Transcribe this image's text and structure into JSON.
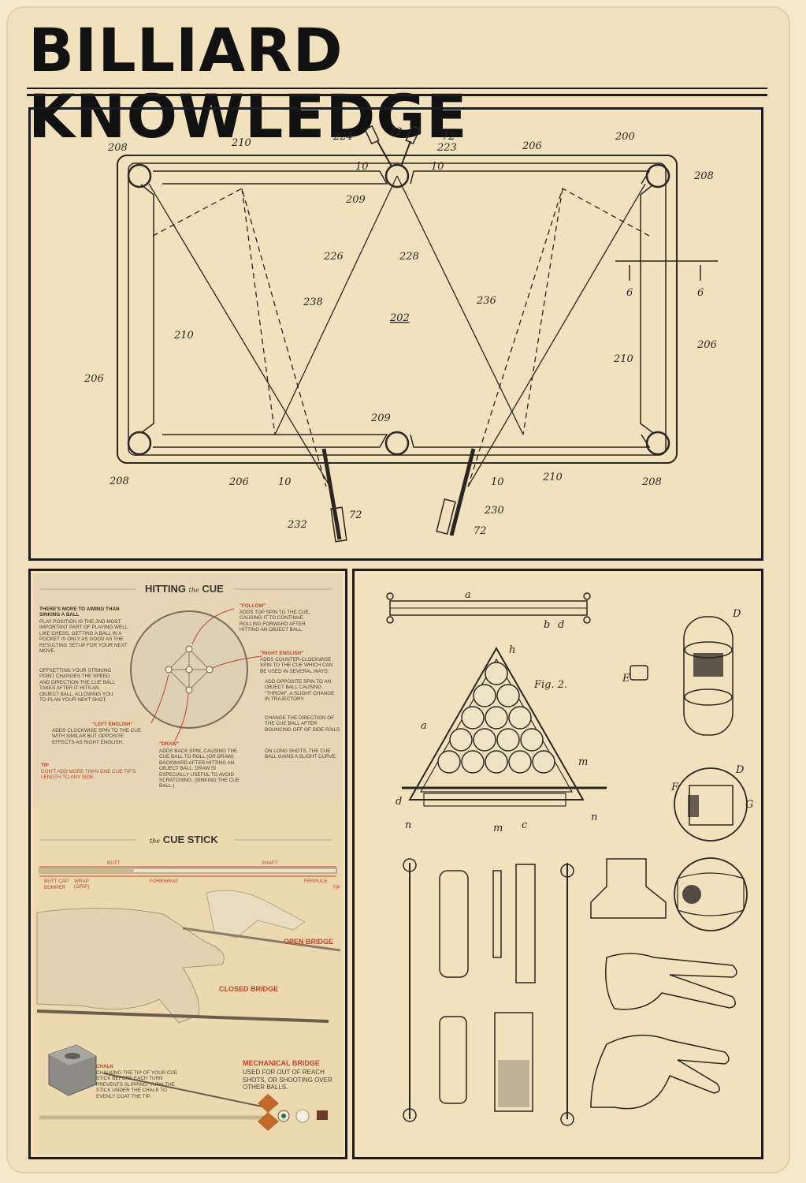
{
  "poster": {
    "title": "BILLIARD KNOWLEDGE"
  },
  "table_diagram": {
    "labels": {
      "l200": "200",
      "l202": "202",
      "l206": "206",
      "l208": "208",
      "l209": "209",
      "l210": "210",
      "l10": "10",
      "l72": "72",
      "l223": "223",
      "l224": "224",
      "l226": "226",
      "l228": "228",
      "l230": "230",
      "l232": "232",
      "l236": "236",
      "l238": "238",
      "l6": "6"
    }
  },
  "hitting_the_cue": {
    "title_pre": "HITTING",
    "title_mid": "the",
    "title_post": "CUE",
    "intro_heading": "THERE'S MORE TO AIMING THAN SINKING A BALL",
    "intro_body": "PLAY POSITION IS THE 2ND MOST IMPORTANT PART OF PLAYING WELL. LIKE CHESS, GETTING A BALL IN A POCKET IS ONLY AS GOOD AS THE RESULTING SETUP FOR YOUR NEXT MOVE.",
    "offset_text": "OFFSETTING YOUR STRIKING POINT CHANGES THE SPEED AND DIRECTION THE CUE BALL TAKES AFTER IT HITS AN OBJECT BALL, ALLOWING YOU TO PLAN YOUR NEXT SHOT.",
    "follow_title": "\"FOLLOW\"",
    "follow_text": "ADDS TOP SPIN TO THE CUE, CAUSING IT TO CONTINUE ROLLING FORWARD AFTER HITTING AN OBJECT BALL.",
    "right_title": "\"RIGHT ENGLISH\"",
    "right_text": "ADDS COUNTER-CLOCKWISE SPIN TO THE CUE WHICH CAN BE USED IN SEVERAL WAYS:",
    "right_item1": "ADD OPPOSITE SPIN TO AN OBJECT BALL CAUSING \"THROW\", A SLIGHT CHANGE IN TRAJECTORY.",
    "right_item2": "CHANGE THE DIRECTION OF THE CUE BALL AFTER BOUNCING OFF OF SIDE RAILS",
    "right_item3": "ON LONG SHOTS, THE CUE BALL GAINS A SLIGHT CURVE.",
    "left_title": "\"LEFT ENGLISH\"",
    "left_text": "ADDS CLOCKWISE SPIN TO THE CUE WITH SIMILAR BUT OPPOSITE EFFECTS AS RIGHT ENGLISH.",
    "draw_title": "\"DRAW\"",
    "draw_text": "ADDS BACK SPIN, CAUSING THE CUE BALL TO ROLL (OR DRAW) BACKWARD AFTER HITTING AN OBJECT BALL. DRAW IS ESPECIALLY USEFUL TO AVOID SCRATCHING. (SINKING THE CUE BALL.)",
    "tip_title": "TIP",
    "tip_text": "DON'T ADD MORE THAN ONE CUE TIP'S LENGTH TO ANY SIDE."
  },
  "cue_stick": {
    "title_pre": "the",
    "title_post": "CUE STICK",
    "butt": "BUTT",
    "shaft": "SHAFT",
    "butt_cap": "BUTT CAP",
    "bumper": "BUMPER",
    "wrap": "WRAP (GRIP)",
    "forewrap": "FOREWRAP",
    "ferrule": "FERRULE",
    "tip": "TIP",
    "open_bridge": "OPEN BRIDGE",
    "closed_bridge": "CLOSED BRIDGE",
    "mech_title": "MECHANICAL BRIDGE",
    "mech_text": "USED FOR OUT OF REACH SHOTS, OR SHOOTING OVER OTHER BALLS.",
    "chalk_title": "CHALK",
    "chalk_text": "CHALKING THE TIP OF YOUR CUE STICK BEFORE EACH TURN PREVENTS SLIPPING. TURN THE STICK UNDER THE CHALK TO EVENLY COAT THE TIP."
  },
  "equipment_diagram": {
    "labels": {
      "a": "a",
      "b": "b",
      "c": "c",
      "d": "d",
      "h": "h",
      "m": "m",
      "n": "n",
      "fig": "Fig. 2.",
      "D": "D",
      "E": "E",
      "F": "F",
      "G": "G"
    }
  }
}
